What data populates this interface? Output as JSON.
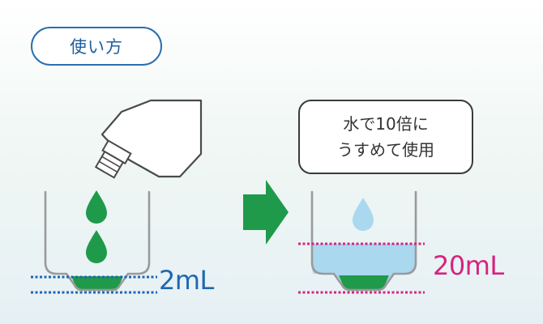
{
  "section_label": "使い方",
  "instruction": {
    "line1": "水で10倍に",
    "line2": "うすめて使用"
  },
  "left_volume": "2mL",
  "right_volume": "20mL",
  "colors": {
    "concentrate": "#1f9a4b",
    "water": "#a9d8ef",
    "left_marker": "#1f67b1",
    "right_marker": "#d6247f",
    "arrow": "#1f9a4b"
  },
  "icons": [
    "bottle-icon",
    "concentrate-drop-icon",
    "right-arrow-icon",
    "water-drop-icon",
    "cup-icon"
  ]
}
